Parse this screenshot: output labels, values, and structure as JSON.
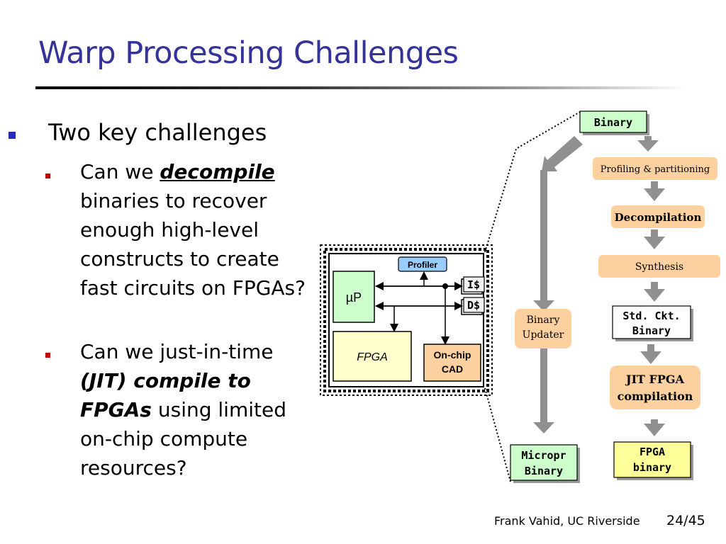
{
  "title": "Warp Processing Challenges",
  "bullets": {
    "main": "Two key challenges",
    "sub1": {
      "pre": "Can we ",
      "em": "decompile",
      "post": " binaries to recover enough high-level constructs to create fast circuits on FPGAs?"
    },
    "sub2": {
      "pre": "Can we just-in-time ",
      "em": "(JIT) compile to FPGAs",
      "post": " using limited on-chip compute resources?"
    }
  },
  "diagram": {
    "chip": {
      "profiler": "Profiler",
      "up": "µP",
      "icache": "I$",
      "dcache": "D$",
      "fpga": "FPGA",
      "cad_line1": "On-chip",
      "cad_line2": "CAD"
    },
    "flow": {
      "binary": "Binary",
      "profiling": "Profiling & partitioning",
      "decompilation": "Decompilation",
      "synthesis": "Synthesis",
      "std_line1": "Std. Ckt.",
      "std_line2": "Binary",
      "jit_line1": "JIT FPGA",
      "jit_line2": "compilation",
      "fpga_bin_line1": "FPGA",
      "fpga_bin_line2": "binary",
      "updater_line1": "Binary",
      "updater_line2": "Updater",
      "micro_line1": "Micropr",
      "micro_line2": "Binary"
    },
    "colors": {
      "peach": "#fdd0a0",
      "green": "#ccffcc",
      "yellow": "#ffff99",
      "blue": "#99ccff",
      "arrow": "#909090"
    }
  },
  "footer": {
    "author": "Frank Vahid, UC Riverside",
    "page": "24/45"
  }
}
